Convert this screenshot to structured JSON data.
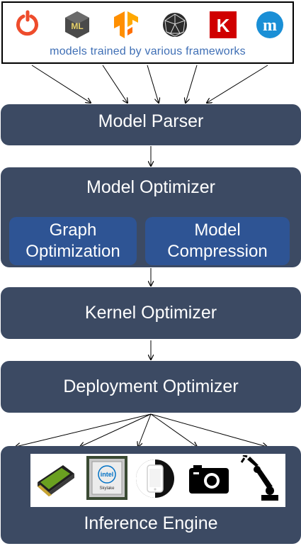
{
  "frameworks": {
    "caption": "models trained by various frameworks",
    "icons": [
      "pytorch-icon",
      "coreml-icon",
      "tensorflow-icon",
      "onnx-icon",
      "keras-icon",
      "mxnet-icon"
    ],
    "keras_letter": "K",
    "mxnet_letter": "m",
    "coreml_letters": "ML"
  },
  "blocks": {
    "model_parser": "Model Parser",
    "model_optimizer": "Model Optimizer",
    "graph_optimization": "Graph Optimization",
    "graph_optimization_l1": "Graph",
    "graph_optimization_l2": "Optimization",
    "model_compression_l1": "Model",
    "model_compression_l2": "Compression",
    "kernel_optimizer": "Kernel Optimizer",
    "deployment_optimizer": "Deployment Optimizer",
    "inference_engine": "Inference Engine"
  },
  "hardware": {
    "icons": [
      "gpu-card-icon",
      "intel-cpu-icon",
      "smartphone-icon",
      "camera-icon",
      "robot-arm-icon"
    ],
    "intel_label": "intel",
    "intel_sub": "Skylake"
  },
  "colors": {
    "block": "#3c4a63",
    "sub_block": "#2e5494",
    "caption": "#3f6fb5",
    "pytorch": "#ee4c2c",
    "tensorflow": "#ff8f00",
    "keras": "#d00000",
    "mxnet": "#1a8fd6"
  }
}
